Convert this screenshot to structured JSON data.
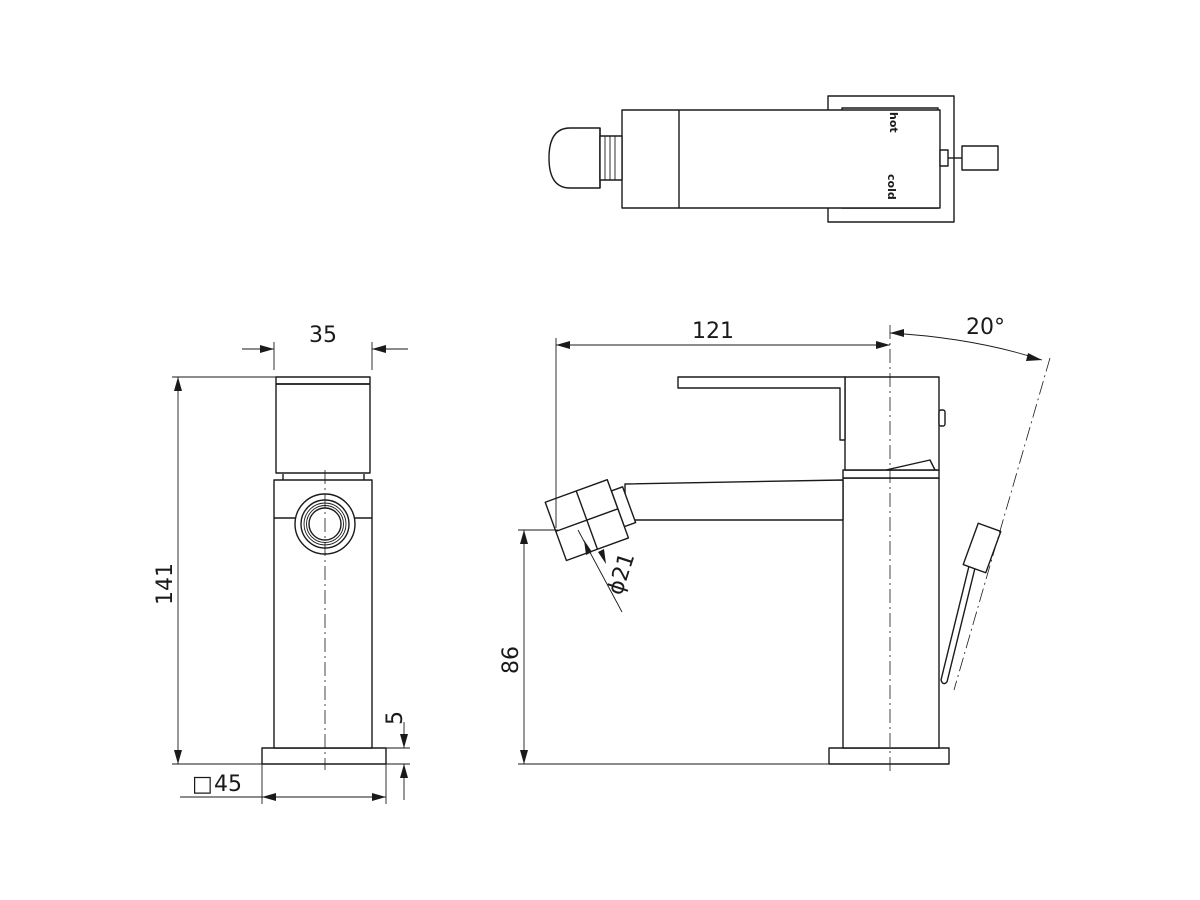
{
  "diagram": {
    "dimensions": {
      "body_width": "35",
      "height_total": "141",
      "base_thickness": "5",
      "base_square": "45",
      "base_square_symbol": "□",
      "reach": "121",
      "lever_angle": "20°",
      "spray_height": "86",
      "spray_diameter": "21",
      "spray_diameter_symbol": "ϕ"
    },
    "handle_markings": {
      "hot": "hot",
      "cold": "cold"
    }
  }
}
